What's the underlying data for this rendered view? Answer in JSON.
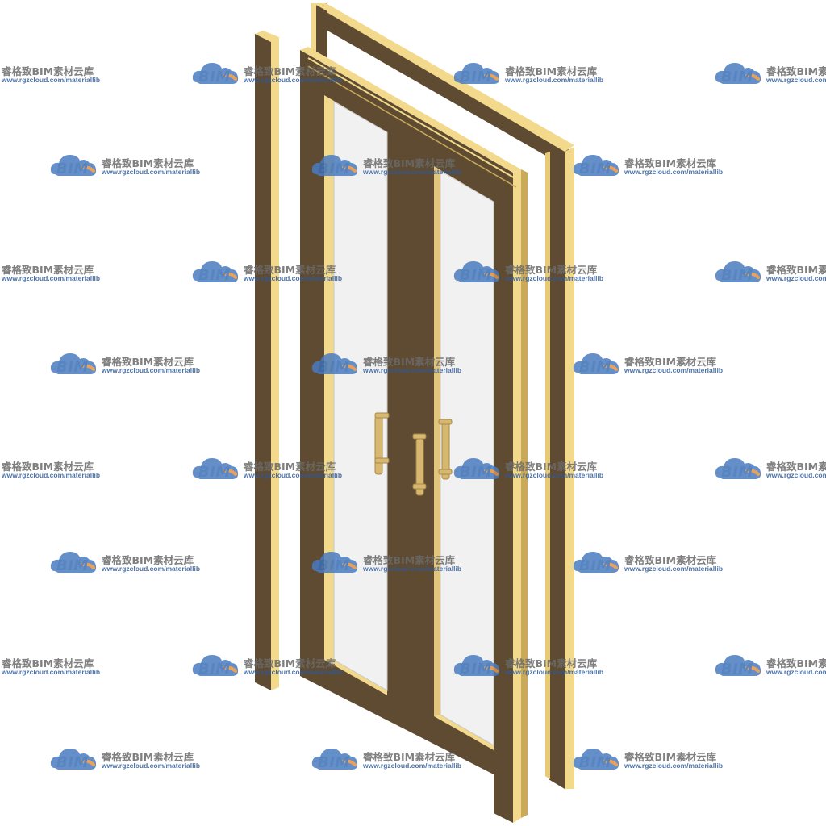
{
  "watermark": {
    "logo_text": "BIM",
    "brand_name": "睿格致BIM素材云库",
    "url": "www.rgzcloud.com/materiallib",
    "colors": {
      "cloud_blue": "#4a7cc0",
      "cloud_orange": "#e8913a",
      "text_grey": "#6a6a6a",
      "url_blue": "#2f5a9a"
    }
  },
  "door_model": {
    "description_icon": "double-glass-door-icon",
    "colors": {
      "frame_face": "#5e4b31",
      "frame_edge": "#f2d98c",
      "frame_edge_dark": "#c9a95a",
      "glass": "#f1f1f1",
      "glass_border": "#c8c8c8",
      "handle": "#d8b870",
      "handle_dark": "#a88a48"
    }
  }
}
